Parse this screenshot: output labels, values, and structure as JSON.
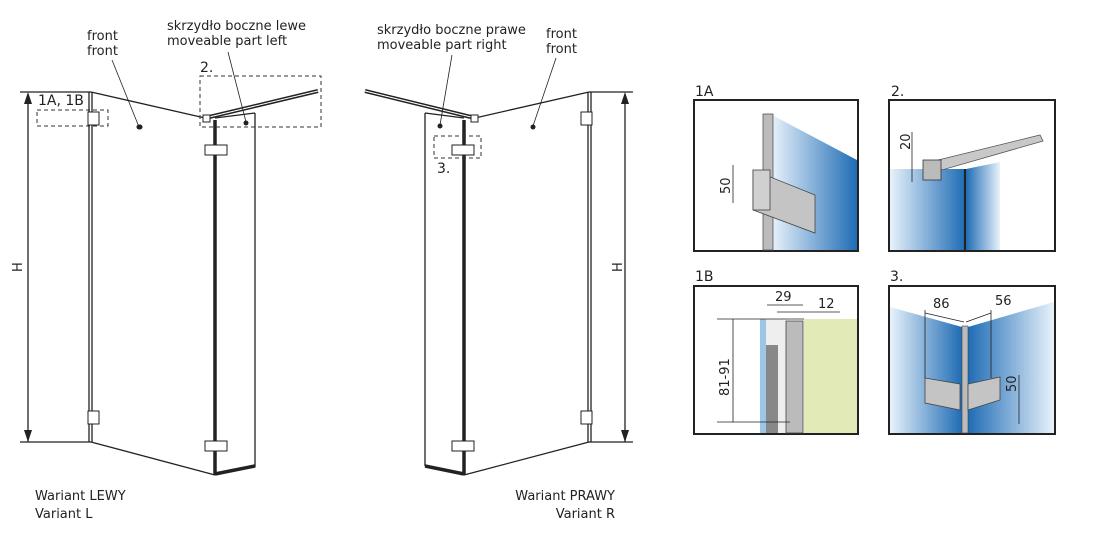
{
  "left_variant": {
    "front_label_pl": "front",
    "front_label_en": "front",
    "moveable_label_pl": "skrzydło boczne lewe",
    "moveable_label_en": "moveable part left",
    "detail_1_label": "1A, 1B",
    "detail_2_label": "2.",
    "height_label": "H",
    "caption_pl": "Wariant LEWY",
    "caption_en": "Variant L"
  },
  "right_variant": {
    "front_label_pl": "front",
    "front_label_en": "front",
    "moveable_label_pl": "skrzydło boczne prawe",
    "moveable_label_en": "moveable part right",
    "detail_3_label": "3.",
    "height_label": "H",
    "caption_pl": "Wariant PRAWY",
    "caption_en": "Variant R"
  },
  "details": {
    "d1a": {
      "title": "1A",
      "dim": "50"
    },
    "d2": {
      "title": "2.",
      "dim": "20"
    },
    "d1b": {
      "title": "1B",
      "dim_width": "29",
      "dim_glass": "12",
      "dim_range": "81-91"
    },
    "d3": {
      "title": "3.",
      "dim_left": "86",
      "dim_right": "56",
      "dim_height": "50"
    }
  },
  "colors": {
    "glass_blue": "#2f7fc4",
    "wall_green": "#e2eab8",
    "metal_grey": "#b8b8b8"
  }
}
